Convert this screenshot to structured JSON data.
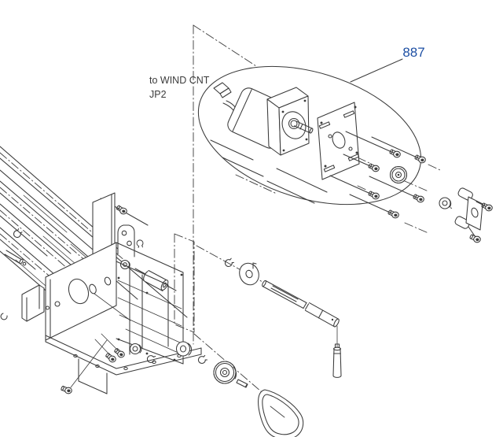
{
  "figure": {
    "background": "#ffffff",
    "line_color": "#3a3a3a"
  },
  "callout": {
    "label": "887",
    "text_color": "#1d4fa3",
    "highlight_color": "#b5d2e9"
  },
  "note": {
    "line1": "to WIND CNT",
    "line2": "JP2",
    "color": "#3b3b3b"
  }
}
